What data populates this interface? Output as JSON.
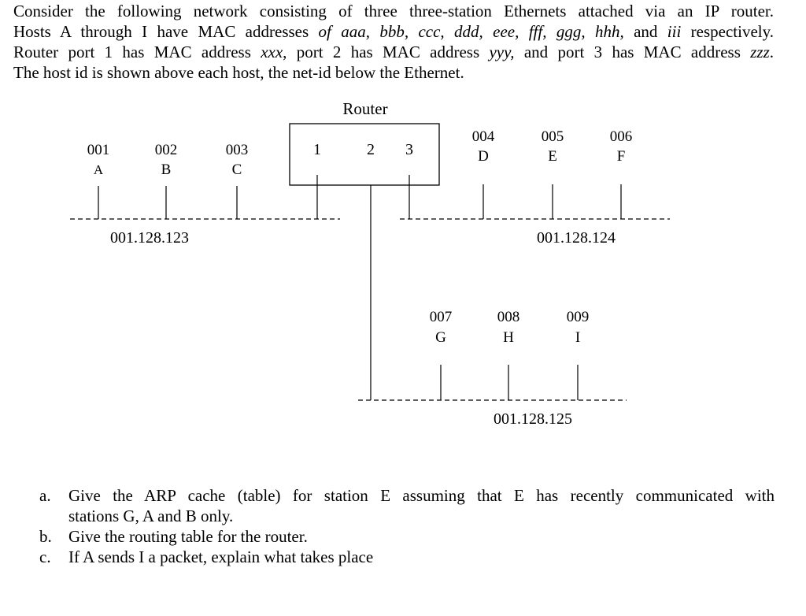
{
  "intro": {
    "line1": "Consider the following network consisting of three three-station Ethernets attached via an IP router.",
    "line2_pre": "Hosts A through I have MAC addresses ",
    "line2_macs": "of aaa, bbb, ccc, ddd, eee, fff, ggg, hhh,",
    "line2_and": " and ",
    "line2_iii": "iii",
    "line2_post": " respectively.",
    "line3_pre": "Router port 1 has MAC address ",
    "line3_xxx": "xxx",
    "line3_mid1": ", port 2 has MAC address ",
    "line3_yyy": "yyy,",
    "line3_mid2": " and port 3 has MAC address ",
    "line3_zzz": "zzz",
    "line3_post": ".",
    "line4": "The host id is shown above each host, the net-id below the Ethernet."
  },
  "router": {
    "label": "Router",
    "ports": [
      "1",
      "2",
      "3"
    ]
  },
  "hosts": [
    {
      "id": "001",
      "name": "A"
    },
    {
      "id": "002",
      "name": "B"
    },
    {
      "id": "003",
      "name": "C"
    },
    {
      "id": "004",
      "name": "D"
    },
    {
      "id": "005",
      "name": "E"
    },
    {
      "id": "006",
      "name": "F"
    },
    {
      "id": "007",
      "name": "G"
    },
    {
      "id": "008",
      "name": "H"
    },
    {
      "id": "009",
      "name": "I"
    }
  ],
  "networks": [
    "001.128.123",
    "001.128.124",
    "001.128.125"
  ],
  "questions": [
    {
      "label": "a.",
      "text1": "Give the ARP cache (table) for station E assuming that E has recently communicated with",
      "text2": "stations G, A and B only."
    },
    {
      "label": "b.",
      "text1": "Give the routing table for the router."
    },
    {
      "label": "c.",
      "text1": "If A sends I a packet, explain what takes place"
    }
  ]
}
